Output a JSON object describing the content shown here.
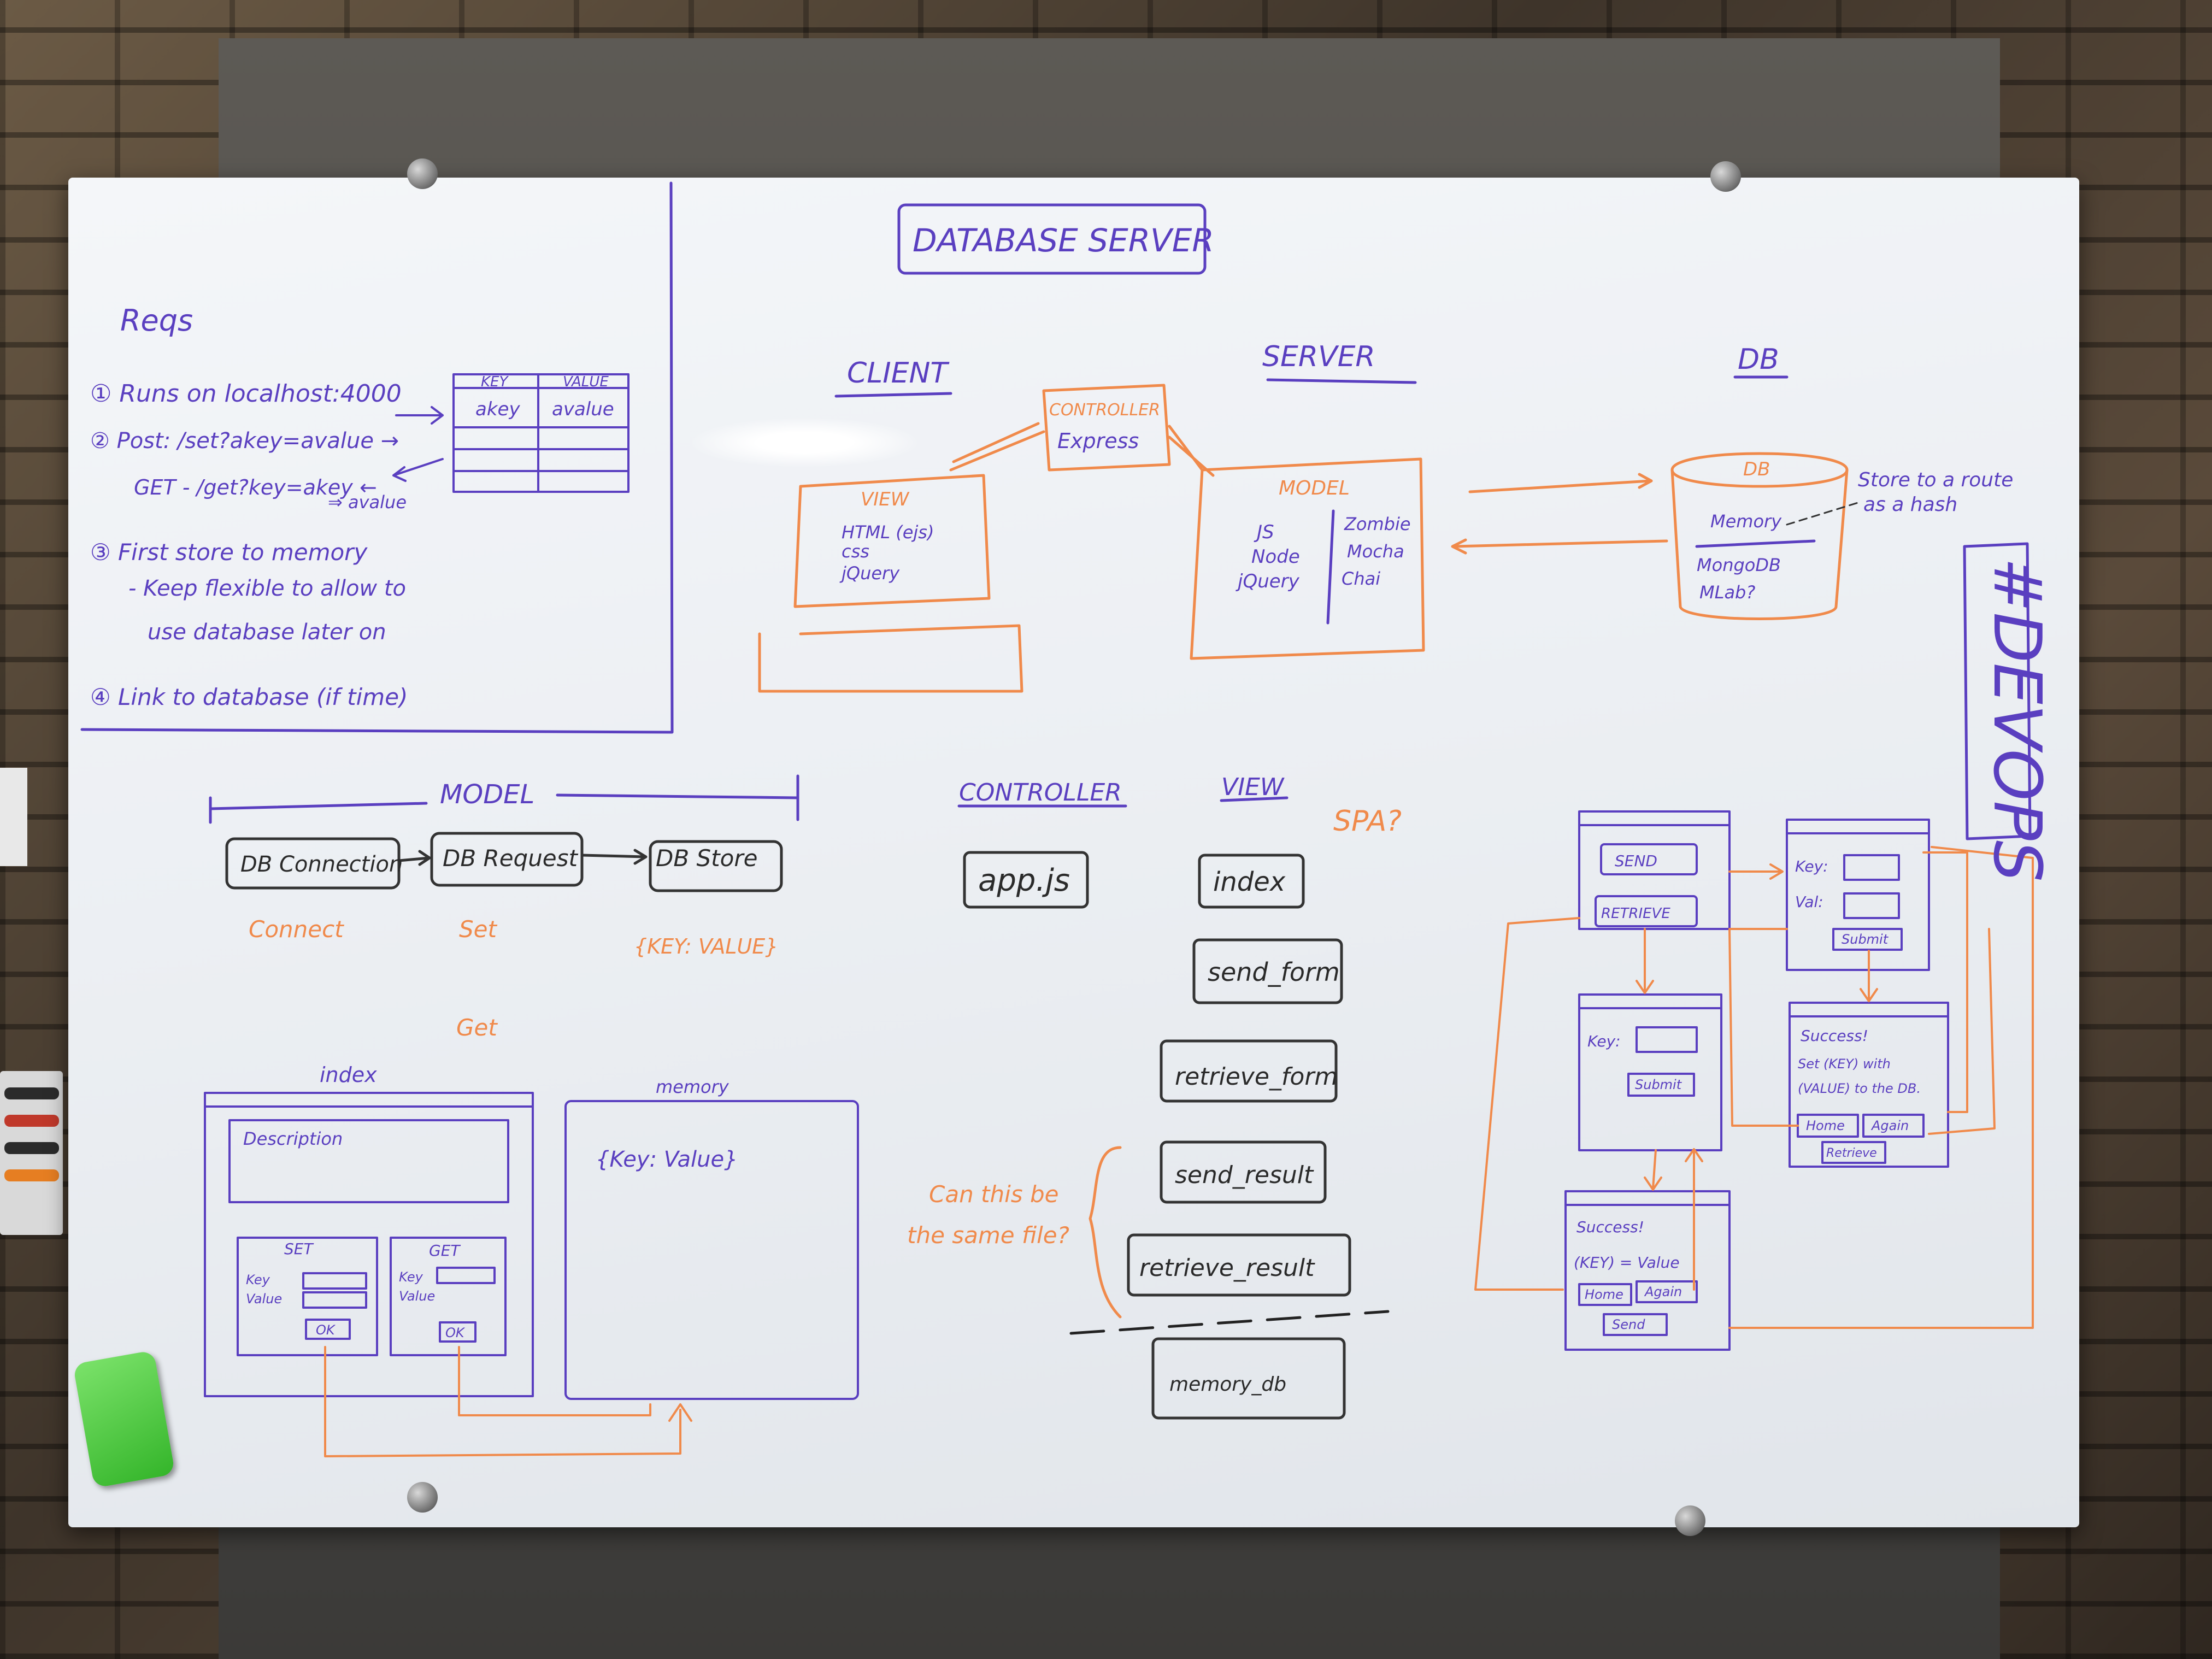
{
  "board": {
    "title": "DATABASE SERVER",
    "reqs": {
      "heading": "Reqs",
      "items": [
        "① Runs on localhost:4000",
        "② Post: /set?akey=avalue →",
        "GET - /get?key=akey ←",
        "⇒ avalue",
        "③ First store to memory",
        "- Keep flexible to allow to",
        "use database later on",
        "④ Link to database (if time)"
      ],
      "kv_table": {
        "headers": [
          "KEY",
          "VALUE"
        ],
        "row": [
          "akey",
          "avalue"
        ]
      }
    },
    "architecture": {
      "client_label": "CLIENT",
      "server_label": "SERVER",
      "db_label": "DB",
      "controller": {
        "title": "CONTROLLER",
        "body": "Express"
      },
      "view": {
        "title": "VIEW",
        "items": [
          "HTML (ejs)",
          "css",
          "jQuery"
        ]
      },
      "model": {
        "title": "MODEL",
        "left": [
          "JS",
          "Node",
          "jQuery"
        ],
        "right": [
          "Zombie",
          "Mocha",
          "Chai"
        ]
      },
      "db": {
        "title": "DB",
        "items": [
          "Memory",
          "MongoDB",
          "MLab?"
        ]
      },
      "db_note": [
        "Store to a route",
        "as a hash"
      ]
    },
    "model_flow": {
      "heading": "MODEL",
      "boxes": [
        "DB Connection",
        "DB Request",
        "DB Store"
      ],
      "labels": [
        "Connect",
        "Set",
        "{KEY: VALUE}",
        "Get"
      ]
    },
    "controller_section": {
      "heading": "CONTROLLER",
      "file": "app.js"
    },
    "view_section": {
      "heading": "VIEW",
      "spa": "SPA?",
      "files": [
        "index",
        "send_form",
        "retrieve_form",
        "send_result",
        "retrieve_result"
      ],
      "question": [
        "Can this be",
        "the same file?"
      ],
      "memory_file": "memory_db"
    },
    "wireframes": {
      "index_label": "index",
      "memory_label": "memory",
      "description": "Description",
      "set_label": "SET",
      "get_label": "GET",
      "key": "Key",
      "value": "Value",
      "ok": "OK",
      "kv": "{Key: Value}"
    },
    "flow_screens": {
      "send": "SEND",
      "retrieve": "RETRIEVE",
      "key": "Key:",
      "val": "Val:",
      "submit": "Submit",
      "success": "Success!",
      "success_set": [
        "Set (KEY) with",
        "(VALUE) to the DB."
      ],
      "home": "Home",
      "again": "Again",
      "retrieve_small": "Retrieve",
      "success_get": "(KEY) = Value",
      "send_small": "Send"
    },
    "devops": "#DEVOPS"
  },
  "colors": {
    "purple": "#5a3fc0",
    "orange": "#f08a4b",
    "black": "#2a2a2a"
  }
}
